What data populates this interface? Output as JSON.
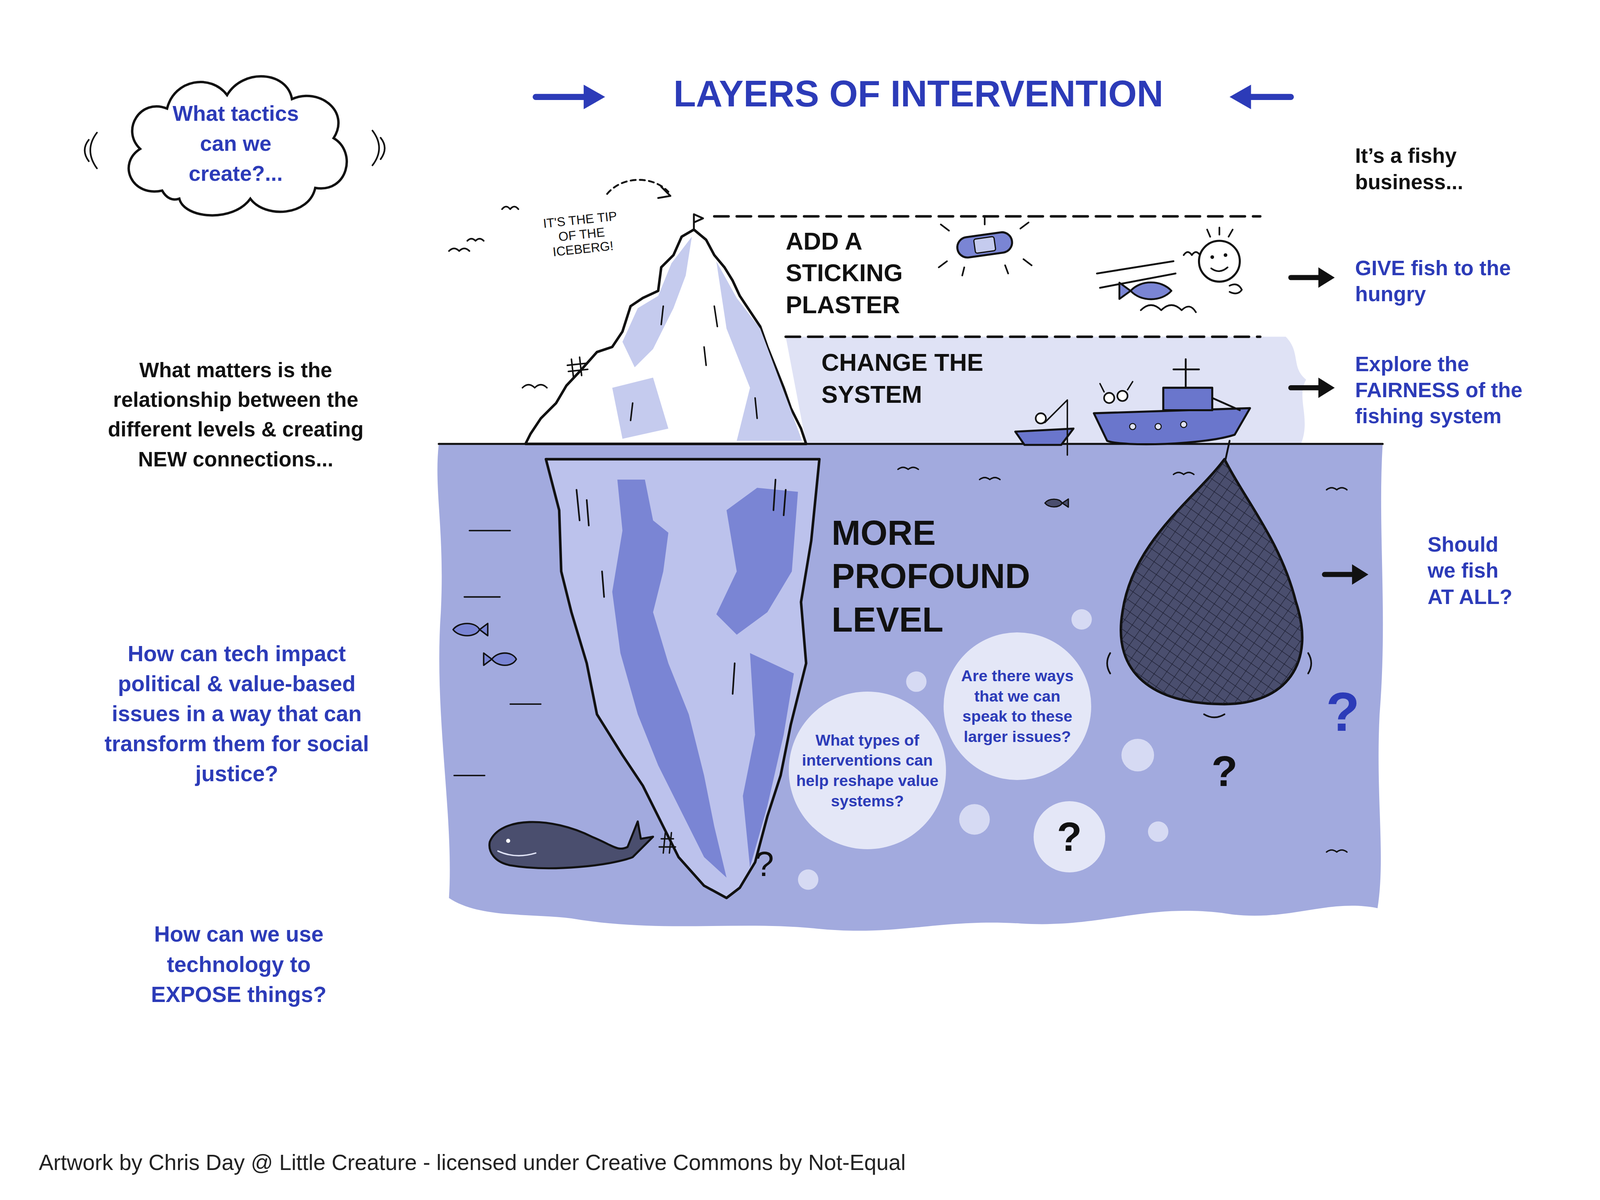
{
  "diagram": {
    "title": "LAYERS OF INTERVENTION",
    "caption": "Artwork by Chris Day @ Little Creature - licensed under Creative Commons by Not-Equal",
    "nodes": [
      {
        "text": [
          "What tactics can we create?..."
        ]
      },
      {
        "text": [
          "ADD A STICKING PLASTER"
        ]
      },
      {
        "text": [
          "CHANGE THE SYSTEM"
        ]
      },
      {
        "text": [
          "MORE PROFOUND LEVEL"
        ]
      },
      {
        "text": [
          "Are there ways that we can speak to these larger issues?"
        ],
        "in": 3
      },
      {
        "text": [
          "What types of interventions can help reshape value systems?"
        ],
        "in": 3
      },
      {
        "text": [
          "?"
        ],
        "in": 3
      }
    ],
    "labels": [
      "IT'S THE TIP OF THE ICEBERG!",
      "It’s a fishy business...",
      "GIVE fish to the hungry",
      "What matters is the relationship between the different levels & creating NEW connections...",
      "Explore the FAIRNESS of the fishing system",
      "Should we fish AT ALL?",
      "How can tech impact political & value-based issues in a way that can transform them for social justice?",
      "?",
      "?",
      "?",
      "How can we use technology to EXPOSE things?"
    ]
  }
}
